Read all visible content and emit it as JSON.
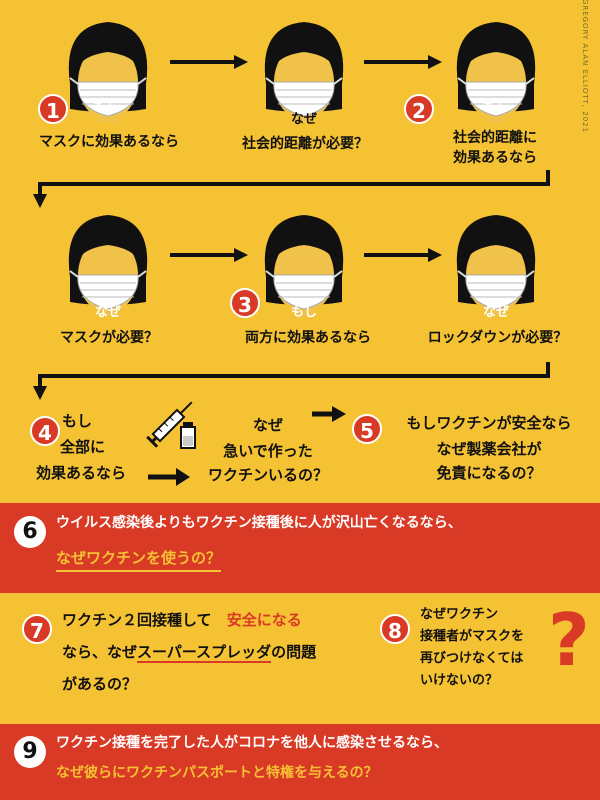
{
  "credit": "GREGORY ALAN ELLIOTT, 2021",
  "colors": {
    "background": "#f5c233",
    "red": "#d93a26",
    "face": "#f0c24a",
    "hair": "#111111",
    "underline": "#d93a26",
    "highlight_yellow": "#f5c233"
  },
  "row1": {
    "p1": {
      "badge": "1",
      "tag": "もし",
      "caption": "マスクに効果あるなら"
    },
    "p2": {
      "tag": "なぜ",
      "caption": "社会的距離が必要？"
    },
    "p3": {
      "badge": "2",
      "tag": "もし",
      "caption_line1": "社会的距離に",
      "caption_line2": "効果あるなら"
    }
  },
  "row2": {
    "p1": {
      "tag": "なぜ",
      "caption": "マスクが必要？"
    },
    "p2": {
      "badge": "3",
      "tag": "もし",
      "caption": "両方に効果あるなら"
    },
    "p3": {
      "tag": "なぜ",
      "caption": "ロックダウンが必要？"
    }
  },
  "row3": {
    "q4": {
      "badge": "4",
      "line1": "もし",
      "line2": "全部に",
      "line3": "効果あるなら"
    },
    "why": {
      "line1": "なぜ",
      "line2": "急いで作った",
      "line3": "ワクチンいるの？"
    },
    "q5": {
      "badge": "5",
      "line1": "もしワクチンが安全なら",
      "line2": "なぜ製薬会社が",
      "line3": "免責になるの？"
    }
  },
  "q6": {
    "badge": "6",
    "line1": "ウイルス感染後よりもワクチン接種後に人が沢山亡くなるなら、",
    "line2": "なぜワクチンを使うの？"
  },
  "q7": {
    "badge": "7",
    "line1a": "ワクチン２回接種して",
    "line1b": "安全になる",
    "line2a": "なら、なぜ",
    "line2b": "スーパースプレッダ",
    "line2c": "の問題",
    "line3": "があるの？"
  },
  "q8": {
    "badge": "8",
    "line1": "なぜワクチン",
    "line2": "接種者がマスクを",
    "line3": "再びつけなくては",
    "line4": "いけないの？",
    "mark": "?"
  },
  "q9": {
    "badge": "9",
    "line1": "ワクチン接種を完了した人がコロナを他人に感染させるなら、",
    "line2": "なぜ彼らにワクチンパスポートと特権を与えるの？"
  }
}
